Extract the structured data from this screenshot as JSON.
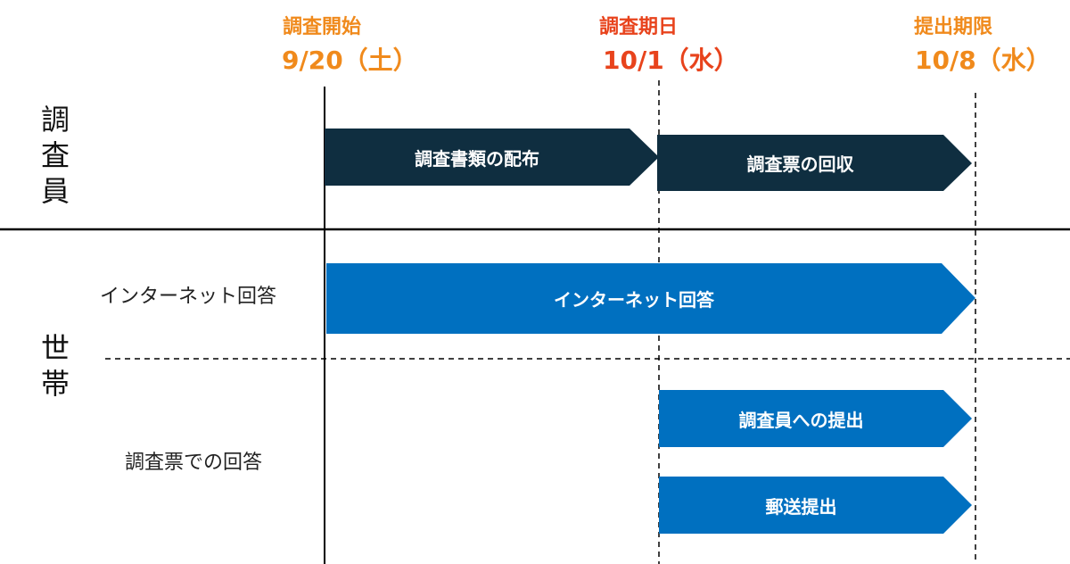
{
  "milestones": [
    {
      "label": "調査開始",
      "date": "9/20（土）",
      "color": "#f08a1c"
    },
    {
      "label": "調査期日",
      "date": "10/1（水）",
      "color": "#e8431c"
    },
    {
      "label": "提出期限",
      "date": "10/8（水）",
      "color": "#f08a1c"
    }
  ],
  "groups": {
    "surveyor": [
      "調",
      "査",
      "員"
    ],
    "household": [
      "世",
      "帯"
    ]
  },
  "method_labels": {
    "internet": "インターネット回答",
    "paper": "調査票での回答"
  },
  "bars": {
    "distribution": "調査書類の配布",
    "collection": "調査票の回収",
    "internet": "インターネット回答",
    "to_surveyor": "調査員への提出",
    "mail": "郵送提出"
  },
  "colors": {
    "surveyor_bar": "#0f2e40",
    "household_bar": "#0070c0",
    "line": "#000000"
  }
}
